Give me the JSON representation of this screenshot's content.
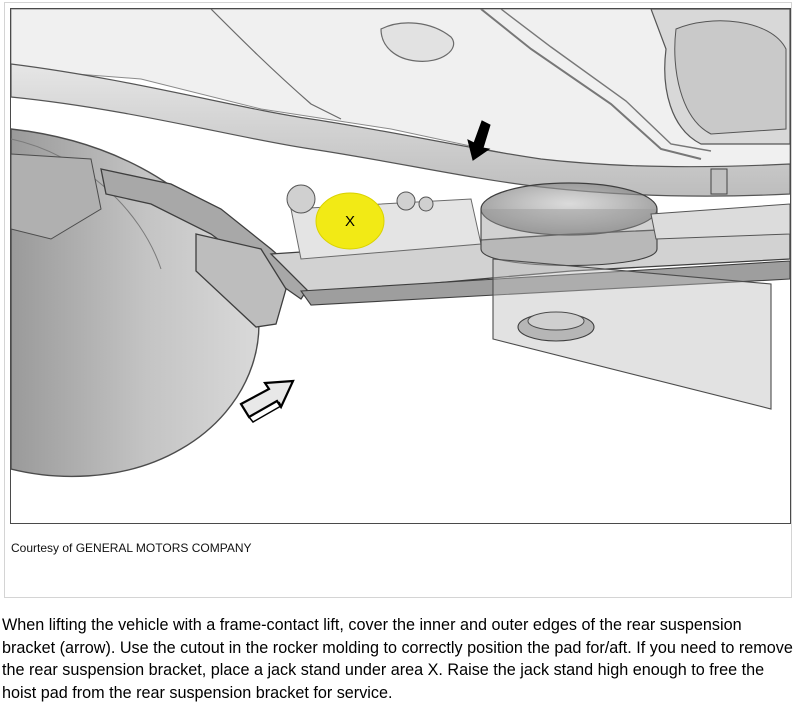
{
  "figure": {
    "area_marker_label": "X",
    "area_marker_color": "#f2ea15",
    "credit_text": "Courtesy of GENERAL MOTORS COMPANY"
  },
  "icons": {
    "bracket_arrow": "arrow-down-left-icon",
    "viewpoint_arrow": "outline-arrow-icon"
  },
  "caption": {
    "text": "When lifting the vehicle with a frame-contact lift, cover the inner and outer edges of the rear suspension bracket (arrow). Use the cutout in the rocker molding to correctly position the pad for/aft. If you need to remove the rear suspension bracket, place a jack stand under area X. Raise the jack stand high enough to free the hoist pad from the rear suspension bracket for service."
  }
}
